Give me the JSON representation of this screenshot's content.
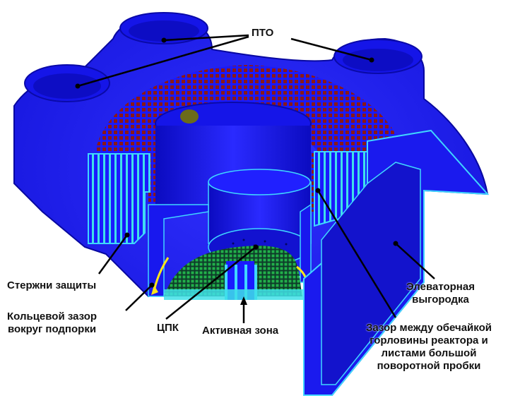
{
  "labels": {
    "pto": "ПТО",
    "rods": "Стержни защиты",
    "annular_gap": [
      "Кольцевой зазор",
      "вокруг подпорки"
    ],
    "cpk": "ЦПК",
    "core": "Активная зона",
    "elevator": [
      "Элеваторная",
      "выгородка"
    ],
    "gap_between": [
      "Зазор между обечайкой",
      "горловины реактора и",
      "листами большой",
      "поворотной пробки"
    ]
  },
  "colors": {
    "body_blue": "#1a1aff",
    "dark_blue": "#0a0ab5",
    "outline_cyan": "#3fd6ff",
    "lattice_red": "#8a1818",
    "core_green": "#1c9a3a",
    "arrow_yellow": "#ffe61a",
    "leader_black": "#000000"
  }
}
